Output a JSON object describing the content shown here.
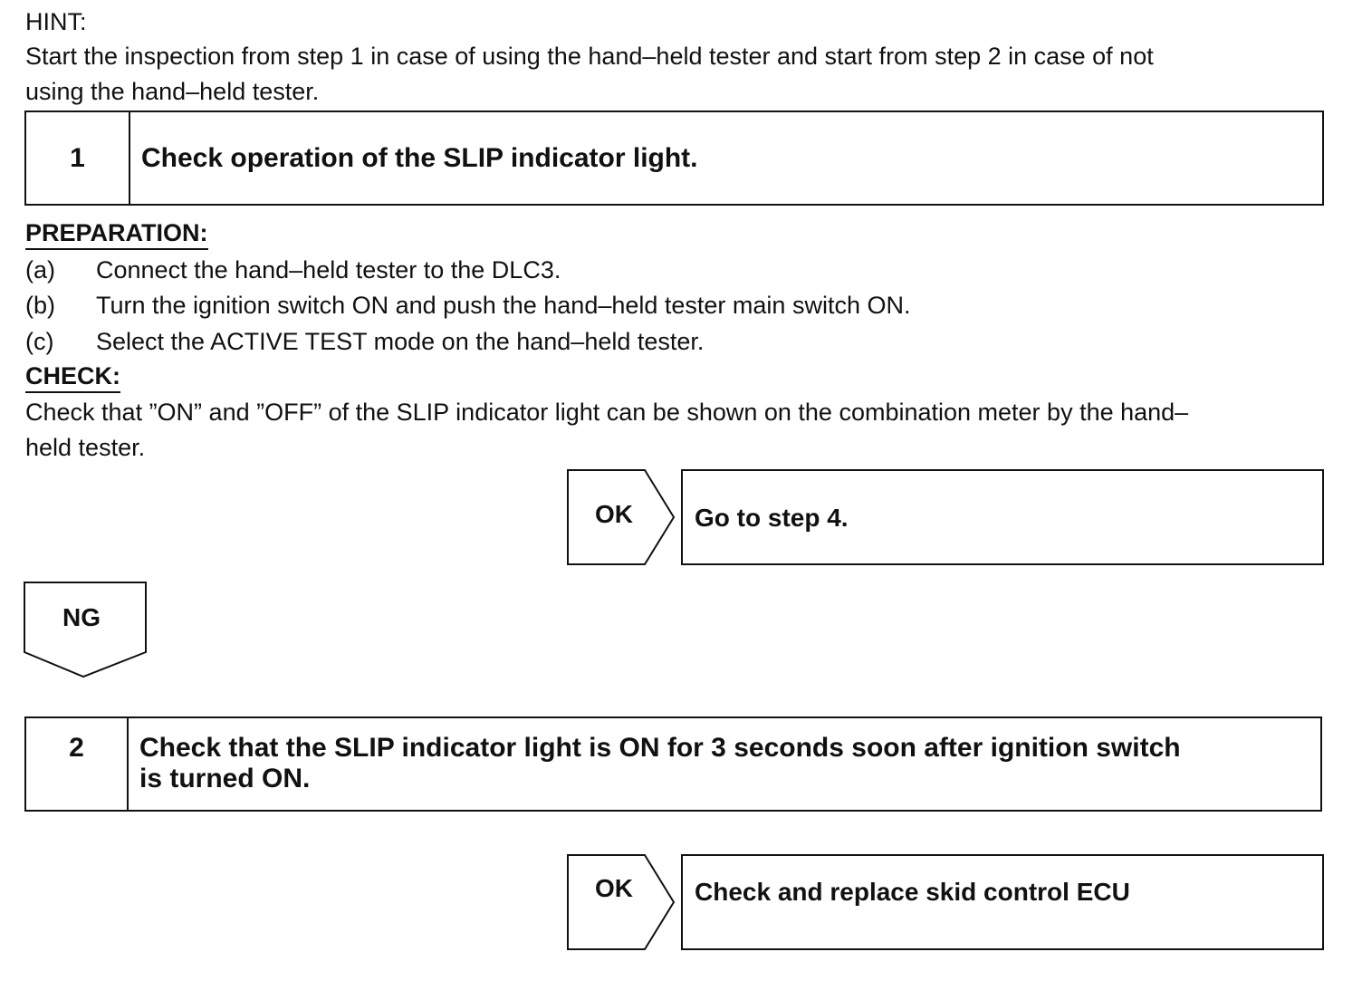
{
  "hint": {
    "label": "HINT:",
    "line1": "Start the inspection from step 1 in case of using the hand–held tester and start from step 2 in case of not",
    "line2": "using the hand–held tester."
  },
  "step1": {
    "number": "1",
    "title": "Check operation of the SLIP indicator light."
  },
  "preparation": {
    "heading": "PREPARATION:",
    "items": [
      {
        "mark": "(a)",
        "text": "Connect the hand–held tester to the DLC3."
      },
      {
        "mark": "(b)",
        "text": "Turn the ignition switch ON and push the hand–held tester main switch ON."
      },
      {
        "mark": "(c)",
        "text": "Select the ACTIVE TEST mode on the hand–held tester."
      }
    ]
  },
  "check": {
    "heading": "CHECK:",
    "line1": "Check that ”ON” and ”OFF” of the SLIP indicator light can be shown on the combination meter by the hand–",
    "line2": "held tester."
  },
  "result1": {
    "ok_label": "OK",
    "ok_action": "Go to step 4.",
    "ng_label": "NG"
  },
  "step2": {
    "number": "2",
    "title_line1": "Check that the SLIP indicator light is ON for 3 seconds soon after ignition switch",
    "title_line2": "is turned ON."
  },
  "result2": {
    "ok_label": "OK",
    "ok_action": "Check and replace skid control ECU"
  }
}
